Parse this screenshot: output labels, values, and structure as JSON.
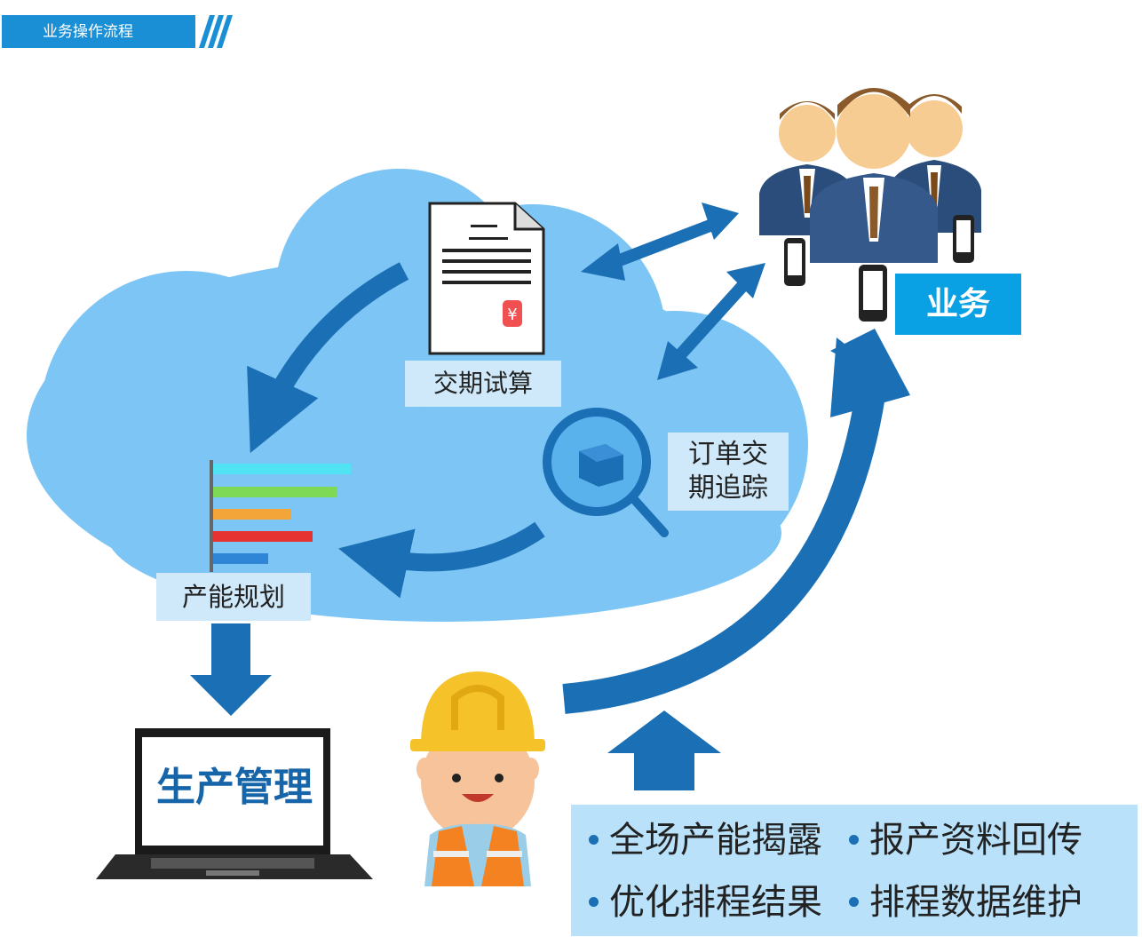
{
  "header": {
    "title": "业务操作流程",
    "accent_color": "#1b8fd6"
  },
  "nodes": {
    "delivery_calc": "交期试算",
    "order_tracking": "订单交期追踪",
    "capacity_planning": "产能规划",
    "business": "业务",
    "production_management": "生产管理"
  },
  "document": {
    "currency_symbol": "¥"
  },
  "bullets": [
    "全场产能揭露",
    "报产资料回传",
    "优化排程结果",
    "排程数据维护"
  ],
  "icons": [
    "document-icon",
    "magnifier-icon",
    "bar-chart-icon",
    "people-icon",
    "phone-icon",
    "laptop-icon",
    "worker-icon"
  ],
  "colors": {
    "cloud": "#7cc5f4",
    "arrow": "#1b6fb5",
    "label_bg": "#cfe9fb",
    "business_bg": "#0aa0e4"
  }
}
